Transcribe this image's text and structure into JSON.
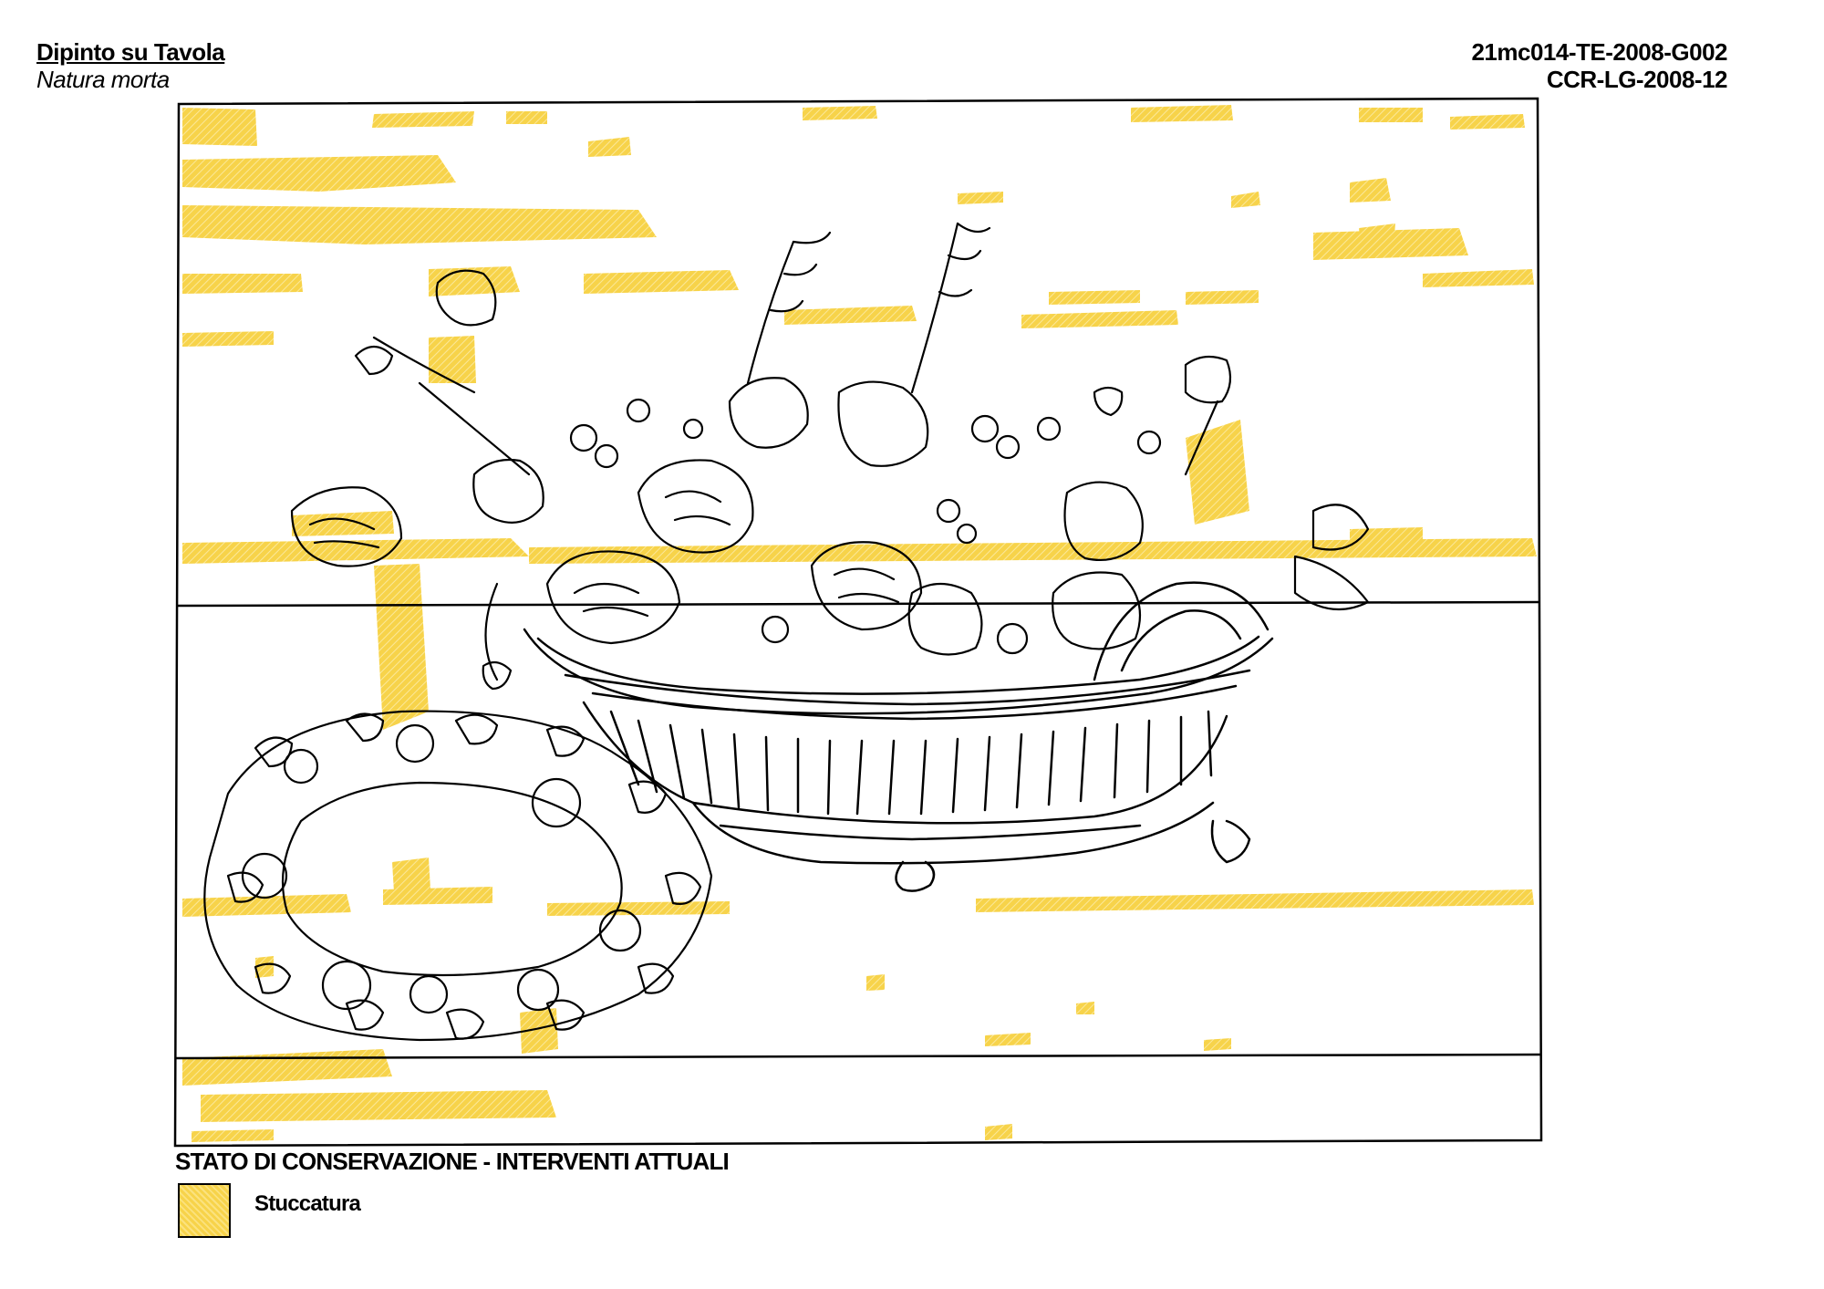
{
  "header": {
    "title": "Dipinto su Tavola",
    "subtitle": "Natura morta",
    "code_primary": "21mc014-TE-2008-G002",
    "code_secondary": "CCR-LG-2008-12"
  },
  "section": {
    "title": "STATO DI CONSERVAZIONE - INTERVENTI ATTUALI"
  },
  "legend": {
    "items": [
      {
        "label": "Stuccatura",
        "color": "#f7d34a"
      }
    ]
  },
  "colors": {
    "fill_marking": "#f7d34a",
    "line": "#000000"
  }
}
